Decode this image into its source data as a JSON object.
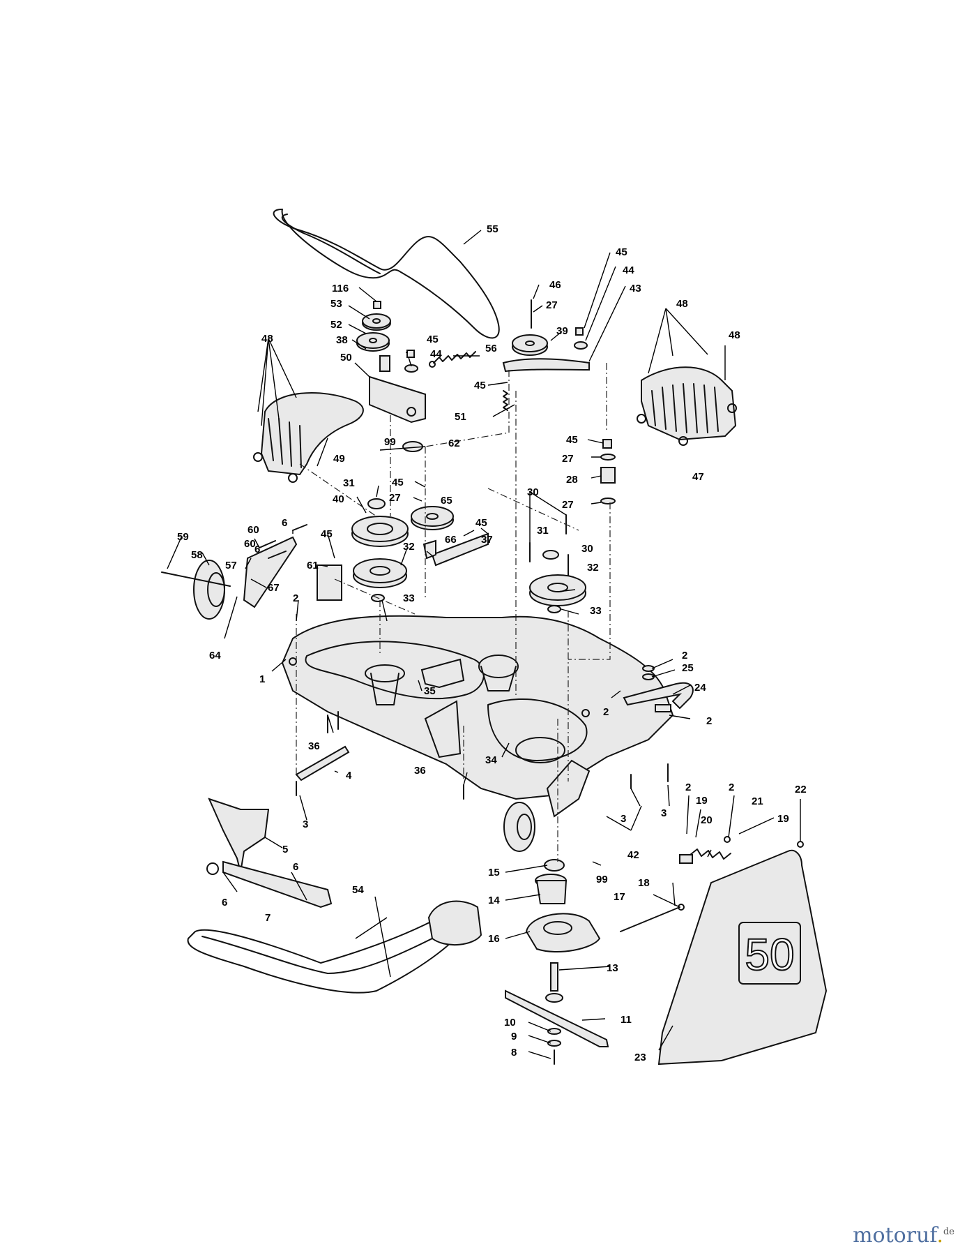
{
  "diagram": {
    "callouts": [
      {
        "id": "c55",
        "text": "55"
      },
      {
        "id": "c116",
        "text": "116"
      },
      {
        "id": "c53",
        "text": "53"
      },
      {
        "id": "c52",
        "text": "52"
      },
      {
        "id": "c38",
        "text": "38"
      },
      {
        "id": "c50",
        "text": "50"
      },
      {
        "id": "c45a",
        "text": "45"
      },
      {
        "id": "c44a",
        "text": "44"
      },
      {
        "id": "c56",
        "text": "56"
      },
      {
        "id": "c46",
        "text": "46"
      },
      {
        "id": "c27a",
        "text": "27"
      },
      {
        "id": "c39",
        "text": "39"
      },
      {
        "id": "c45b",
        "text": "45"
      },
      {
        "id": "c44b",
        "text": "44"
      },
      {
        "id": "c43",
        "text": "43"
      },
      {
        "id": "c45c",
        "text": "45"
      },
      {
        "id": "c51",
        "text": "51"
      },
      {
        "id": "c48a",
        "text": "48"
      },
      {
        "id": "c48b",
        "text": "48"
      },
      {
        "id": "c48c",
        "text": "48"
      },
      {
        "id": "c49",
        "text": "49"
      },
      {
        "id": "c47",
        "text": "47"
      },
      {
        "id": "c99a",
        "text": "99"
      },
      {
        "id": "c62",
        "text": "62"
      },
      {
        "id": "c45d",
        "text": "45"
      },
      {
        "id": "c27b",
        "text": "27"
      },
      {
        "id": "c28",
        "text": "28"
      },
      {
        "id": "c27c",
        "text": "27"
      },
      {
        "id": "c31a",
        "text": "31"
      },
      {
        "id": "c40",
        "text": "40"
      },
      {
        "id": "c45e",
        "text": "45"
      },
      {
        "id": "c27d",
        "text": "27"
      },
      {
        "id": "c65",
        "text": "65"
      },
      {
        "id": "c30a",
        "text": "30"
      },
      {
        "id": "c31b",
        "text": "31"
      },
      {
        "id": "c30b",
        "text": "30"
      },
      {
        "id": "c32a",
        "text": "32"
      },
      {
        "id": "c33a",
        "text": "33"
      },
      {
        "id": "c66",
        "text": "66"
      },
      {
        "id": "c45f",
        "text": "45"
      },
      {
        "id": "c37",
        "text": "37"
      },
      {
        "id": "c32b",
        "text": "32"
      },
      {
        "id": "c33b",
        "text": "33"
      },
      {
        "id": "c59",
        "text": "59"
      },
      {
        "id": "c58",
        "text": "58"
      },
      {
        "id": "c60a",
        "text": "60"
      },
      {
        "id": "c60b",
        "text": "60"
      },
      {
        "id": "c6a",
        "text": "6"
      },
      {
        "id": "c6b",
        "text": "6"
      },
      {
        "id": "c57",
        "text": "57"
      },
      {
        "id": "c45g",
        "text": "45"
      },
      {
        "id": "c61",
        "text": "61"
      },
      {
        "id": "c67",
        "text": "67"
      },
      {
        "id": "c64",
        "text": "64"
      },
      {
        "id": "c2a",
        "text": "2"
      },
      {
        "id": "c1",
        "text": "1"
      },
      {
        "id": "c35",
        "text": "35"
      },
      {
        "id": "c2b",
        "text": "2"
      },
      {
        "id": "c25",
        "text": "25"
      },
      {
        "id": "c24",
        "text": "24"
      },
      {
        "id": "c2c",
        "text": "2"
      },
      {
        "id": "c2d",
        "text": "2"
      },
      {
        "id": "c36a",
        "text": "36"
      },
      {
        "id": "c4",
        "text": "4"
      },
      {
        "id": "c3a",
        "text": "3"
      },
      {
        "id": "c34",
        "text": "34"
      },
      {
        "id": "c36b",
        "text": "36"
      },
      {
        "id": "c3b",
        "text": "3"
      },
      {
        "id": "c3c",
        "text": "3"
      },
      {
        "id": "c42",
        "text": "42"
      },
      {
        "id": "c99b",
        "text": "99"
      },
      {
        "id": "c2e",
        "text": "2"
      },
      {
        "id": "c19a",
        "text": "19"
      },
      {
        "id": "c2f",
        "text": "2"
      },
      {
        "id": "c21",
        "text": "21"
      },
      {
        "id": "c22",
        "text": "22"
      },
      {
        "id": "c20",
        "text": "20"
      },
      {
        "id": "c19b",
        "text": "19"
      },
      {
        "id": "c5",
        "text": "5"
      },
      {
        "id": "c6c",
        "text": "6"
      },
      {
        "id": "c6d",
        "text": "6"
      },
      {
        "id": "c7",
        "text": "7"
      },
      {
        "id": "c54",
        "text": "54"
      },
      {
        "id": "c15",
        "text": "15"
      },
      {
        "id": "c14",
        "text": "14"
      },
      {
        "id": "c16",
        "text": "16"
      },
      {
        "id": "c18",
        "text": "18"
      },
      {
        "id": "c17",
        "text": "17"
      },
      {
        "id": "c13",
        "text": "13"
      },
      {
        "id": "c11",
        "text": "11"
      },
      {
        "id": "c10",
        "text": "10"
      },
      {
        "id": "c9",
        "text": "9"
      },
      {
        "id": "c8",
        "text": "8"
      },
      {
        "id": "c23",
        "text": "23"
      }
    ],
    "chute_decal": "50"
  },
  "watermark": {
    "brand_left": "motoruf",
    "brand_dot": ".",
    "suffix": "de"
  }
}
